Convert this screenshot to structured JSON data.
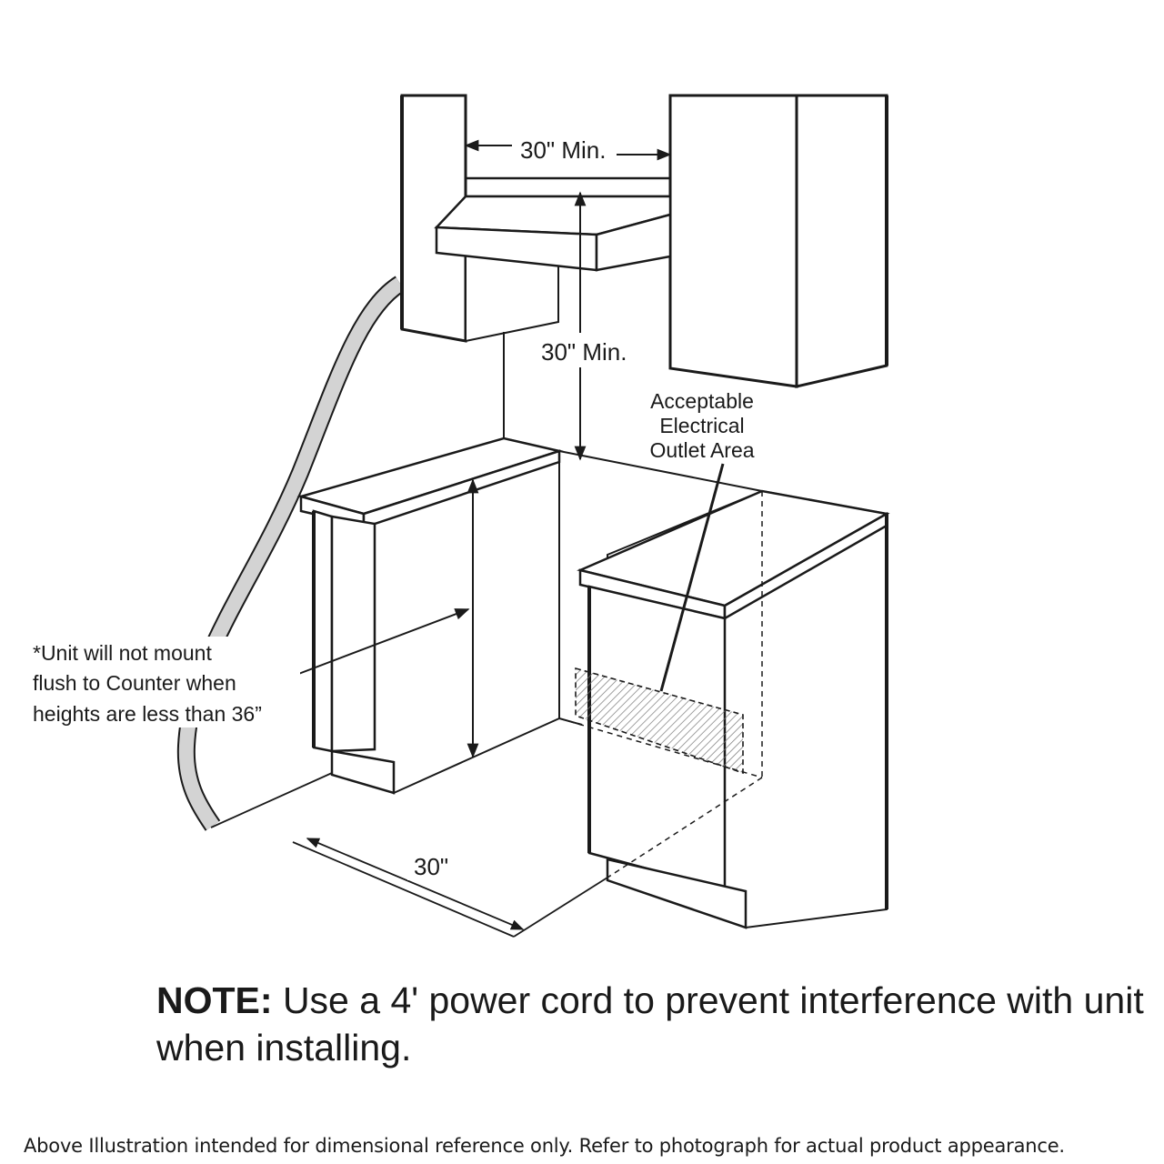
{
  "diagram": {
    "dims": {
      "top_width": "30\" Min.",
      "clearance": "30\" Min.",
      "depth": "30\""
    },
    "callouts": {
      "outlet_area": [
        "Acceptable",
        "Electrical",
        "Outlet Area"
      ],
      "counter_note": [
        "*Unit will not mount",
        "flush to Counter when",
        "heights are less than 36”"
      ]
    }
  },
  "note": {
    "label": "NOTE:",
    "text": "Use a 4' power cord to prevent interference with unit when installing."
  },
  "disclaimer": "Above Illustration intended for dimensional reference only. Refer to photograph for actual product appearance."
}
